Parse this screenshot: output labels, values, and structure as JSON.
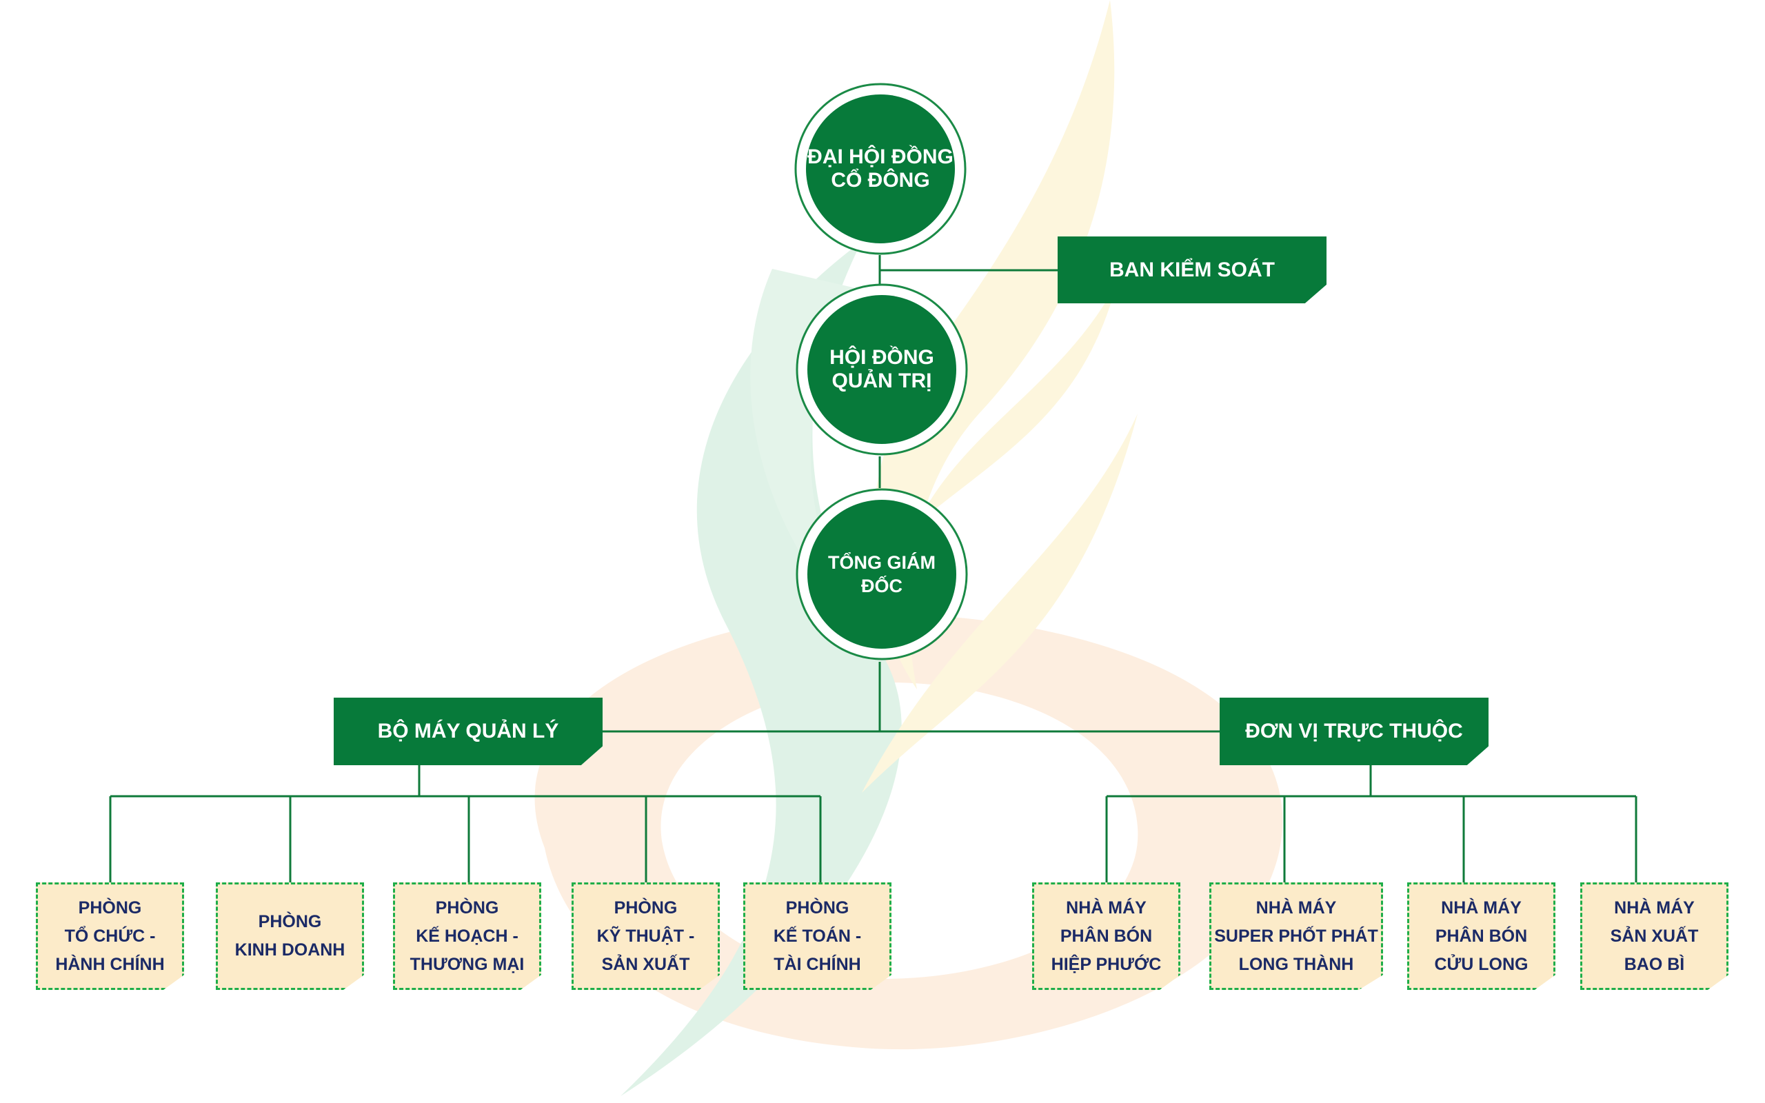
{
  "colors": {
    "primary_green": "#077a3a",
    "line_green": "#0f7a3a",
    "dept_fill": "#fcebc9",
    "dept_border": "#1fae49",
    "dept_text": "#1b2a66"
  },
  "nodes": {
    "shareholders": "ĐẠI HỘI ĐỒNG\nCỔ ĐÔNG",
    "board": "HỘI ĐỒNG\nQUẢN TRỊ",
    "ceo": "TỔNG GIÁM ĐỐC",
    "supervisory": "BAN KIỂM SOÁT",
    "management": "BỘ MÁY QUẢN LÝ",
    "subsidiaries": "ĐƠN VỊ TRỰC THUỘC"
  },
  "departments": [
    "PHÒNG\nTỔ CHỨC -\nHÀNH CHÍNH",
    "PHÒNG\nKINH DOANH",
    "PHÒNG\nKẾ HOẠCH -\nTHƯƠNG MẠI",
    "PHÒNG\nKỸ THUẬT -\nSẢN XUẤT",
    "PHÒNG\nKẾ TOÁN -\nTÀI CHÍNH"
  ],
  "factories": [
    "NHÀ MÁY\nPHÂN BÓN\nHIỆP PHƯỚC",
    "NHÀ MÁY\nSUPER PHỐT PHÁT\nLONG THÀNH",
    "NHÀ MÁY\nPHÂN BÓN\nCỬU LONG",
    "NHÀ MÁY\nSẢN XUẤT\nBAO BÌ"
  ]
}
